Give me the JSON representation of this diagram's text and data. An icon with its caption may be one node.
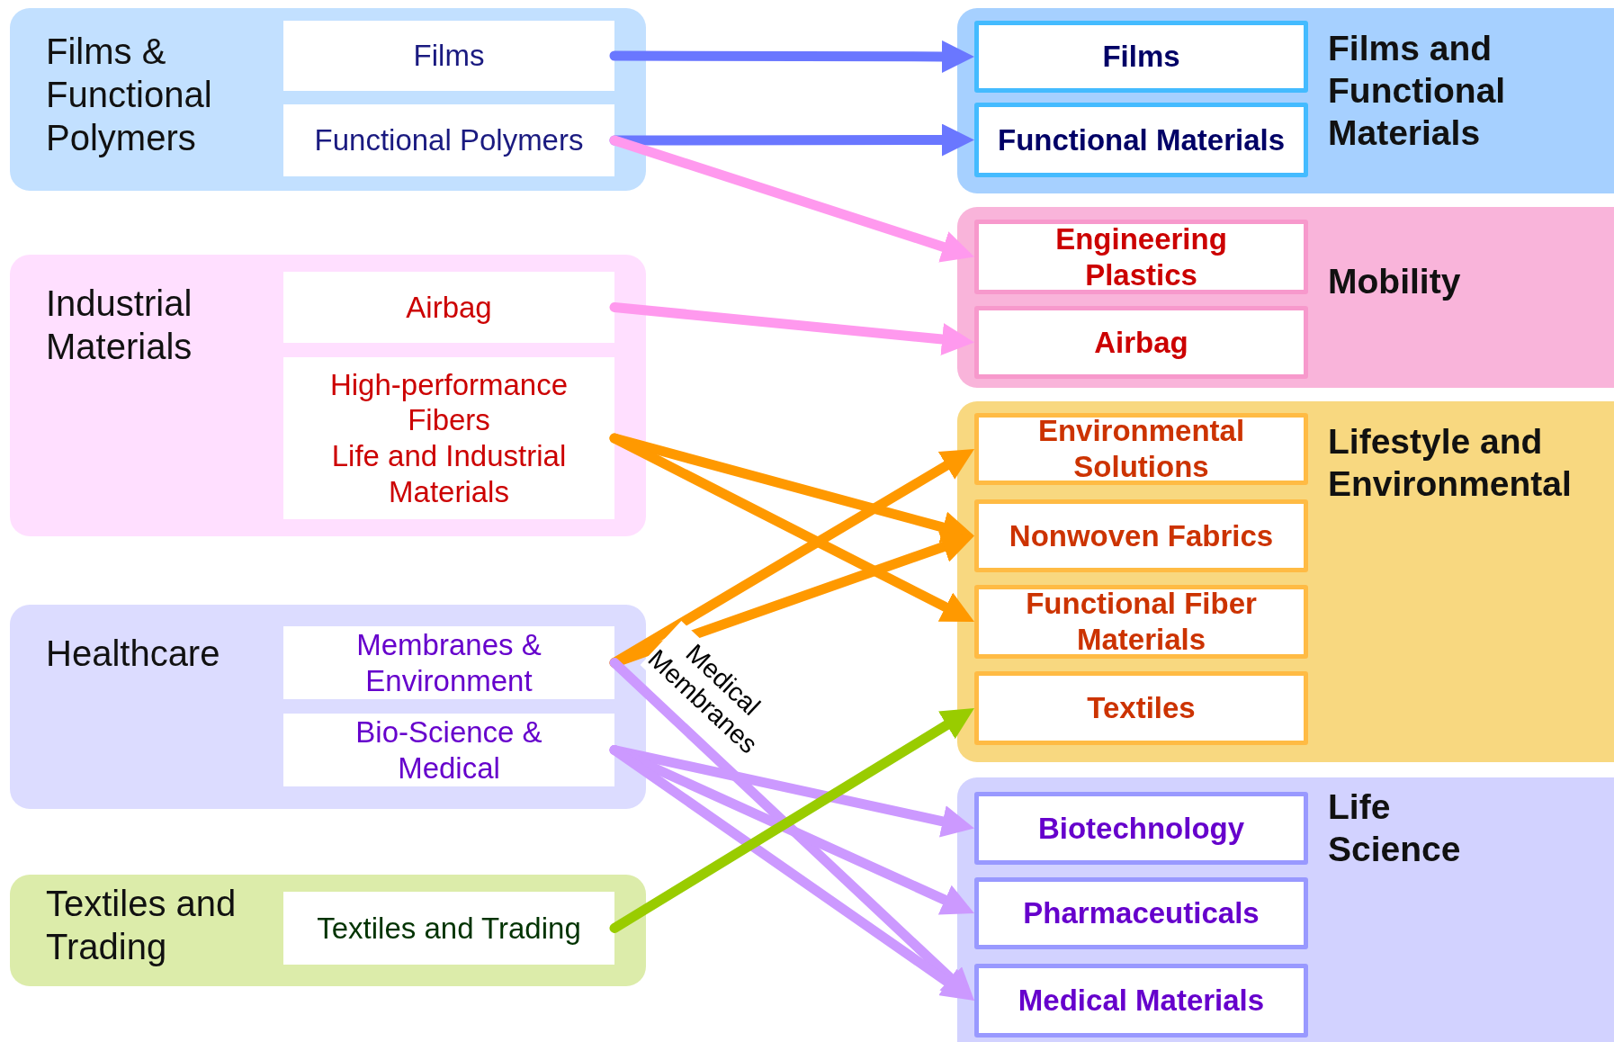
{
  "diagram": {
    "nodes": [
      {
        "text": [
          "Films & Functional Polymers"
        ]
      },
      {
        "text": [
          "Films"
        ],
        "in": 0
      },
      {
        "text": [
          "Functional Polymers"
        ],
        "in": 0
      },
      {
        "text": [
          "Industrial Materials"
        ]
      },
      {
        "text": [
          "Airbag"
        ],
        "in": 3
      },
      {
        "text": [
          "High-performance Fibers",
          "Life and Industrial Materials"
        ],
        "in": 3
      },
      {
        "text": [
          "Healthcare"
        ]
      },
      {
        "text": [
          "Membranes & Environment"
        ],
        "in": 6
      },
      {
        "text": [
          "Bio-Science & Medical"
        ],
        "in": 6
      },
      {
        "text": [
          "Textiles and Trading"
        ]
      },
      {
        "text": [
          "Textiles and Trading"
        ],
        "in": 9
      },
      {
        "text": [
          "Films and Functional Materials"
        ]
      },
      {
        "text": [
          "Films"
        ],
        "in": 11
      },
      {
        "text": [
          "Functional Materials"
        ],
        "in": 11
      },
      {
        "text": [
          "Mobility"
        ]
      },
      {
        "text": [
          "Engineering Plastics"
        ],
        "in": 14
      },
      {
        "text": [
          "Airbag"
        ],
        "in": 14
      },
      {
        "text": [
          "Lifestyle and Environmental"
        ]
      },
      {
        "text": [
          "Environmental Solutions"
        ],
        "in": 17
      },
      {
        "text": [
          "Nonwoven Fabrics"
        ],
        "in": 17
      },
      {
        "text": [
          "Functional Fiber Materials"
        ],
        "in": 17
      },
      {
        "text": [
          "Textiles"
        ],
        "in": 17
      },
      {
        "text": [
          "Life Science"
        ]
      },
      {
        "text": [
          "Biotechnology"
        ],
        "in": 22
      },
      {
        "text": [
          "Pharmaceuticals"
        ],
        "in": 22
      },
      {
        "text": [
          "Medical Materials"
        ],
        "in": 22
      }
    ],
    "edges": [
      {
        "from": 1,
        "to": 12,
        "arrow": "to",
        "color": "#6a77ff"
      },
      {
        "from": 2,
        "to": 13,
        "arrow": "to",
        "color": "#6a77ff"
      },
      {
        "from": 2,
        "to": 15,
        "arrow": "to",
        "color": "#ff99ee"
      },
      {
        "from": 4,
        "to": 16,
        "arrow": "to",
        "color": "#ff99ee"
      },
      {
        "from": 5,
        "to": 19,
        "arrow": "to",
        "color": "#ff9900"
      },
      {
        "from": 5,
        "to": 20,
        "arrow": "to",
        "color": "#ff9900"
      },
      {
        "from": 7,
        "to": 18,
        "arrow": "to",
        "color": "#ff9900"
      },
      {
        "from": 7,
        "to": 19,
        "arrow": "to",
        "color": "#ff9900"
      },
      {
        "from": 7,
        "to": 25,
        "arrow": "to",
        "label": "Medical Membranes",
        "color": "#cc99ff"
      },
      {
        "from": 8,
        "to": 23,
        "arrow": "to",
        "color": "#cc99ff"
      },
      {
        "from": 8,
        "to": 24,
        "arrow": "to",
        "color": "#cc99ff"
      },
      {
        "from": 8,
        "to": 25,
        "arrow": "to",
        "color": "#cc99ff"
      },
      {
        "from": 10,
        "to": 21,
        "arrow": "to",
        "color": "#99cc00"
      }
    ]
  }
}
